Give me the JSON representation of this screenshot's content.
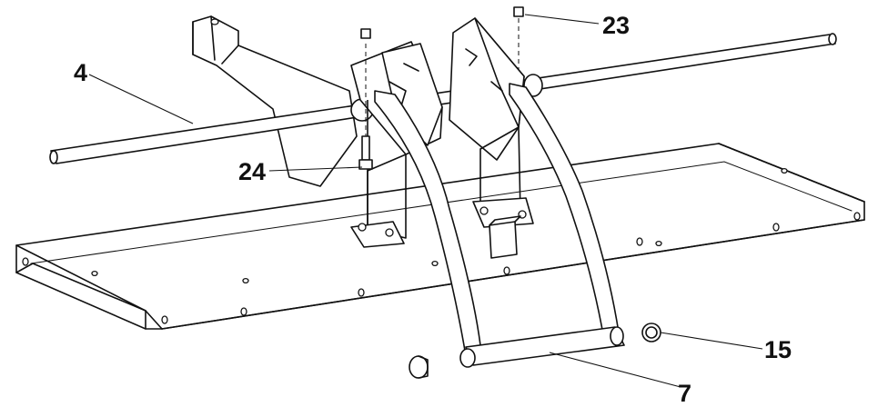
{
  "callouts": {
    "c4": "4",
    "c23": "23",
    "c24": "24",
    "c15": "15",
    "c7": "7"
  }
}
